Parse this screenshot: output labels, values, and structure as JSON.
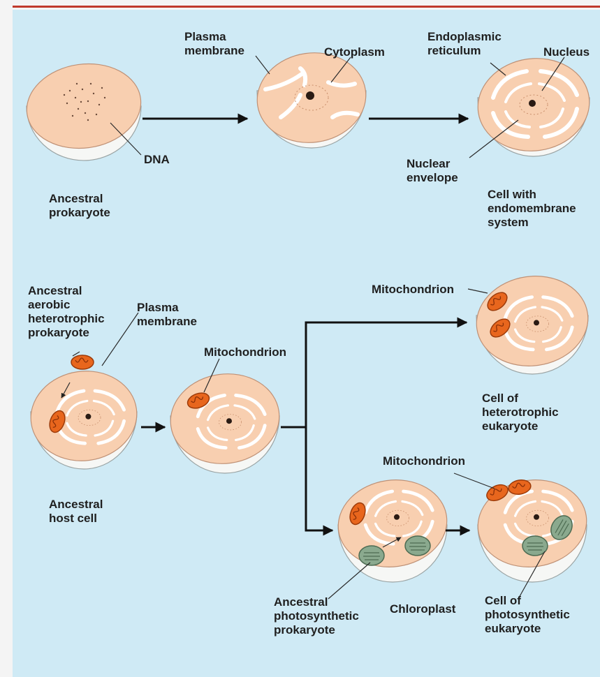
{
  "colors": {
    "panel": "#cfeaf5",
    "cytoplasm": "#f8cfb0",
    "cell_shell": "#f6f7f5",
    "mitochondrion": "#e8661d",
    "chloroplast": "#8aa98e",
    "top_rule": "#c0392b"
  },
  "labels": {
    "plasma_membrane_1": [
      "Plasma",
      "membrane"
    ],
    "cytoplasm": "Cytoplasm",
    "endoplasmic_reticulum": [
      "Endoplasmic",
      "reticulum"
    ],
    "nucleus": "Nucleus",
    "dna": "DNA",
    "nuclear_envelope": [
      "Nuclear",
      "envelope"
    ],
    "ancestral_prokaryote": [
      "Ancestral",
      "prokaryote"
    ],
    "cell_endomembrane": [
      "Cell with",
      "endomembrane",
      "system"
    ],
    "ancestral_aerobic": [
      "Ancestral",
      "aerobic",
      "heterotrophic",
      "prokaryote"
    ],
    "plasma_membrane_2": [
      "Plasma",
      "membrane"
    ],
    "mitochondrion_1": "Mitochondrion",
    "mitochondrion_2": "Mitochondrion",
    "mitochondrion_3": "Mitochondrion",
    "ancestral_host": [
      "Ancestral",
      "host cell"
    ],
    "cell_heterotrophic": [
      "Cell of",
      "heterotrophic",
      "eukaryote"
    ],
    "ancestral_photosynthetic": [
      "Ancestral",
      "photosynthetic",
      "prokaryote"
    ],
    "chloroplast": "Chloroplast",
    "cell_photosynthetic": [
      "Cell of",
      "photosynthetic",
      "eukaryote"
    ]
  }
}
